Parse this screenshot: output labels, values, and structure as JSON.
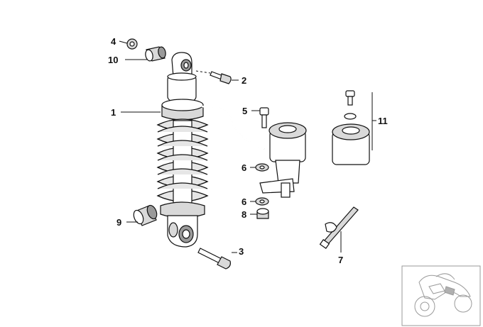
{
  "diagram": {
    "callouts": {
      "c1": "1",
      "c2": "2",
      "c3": "3",
      "c4": "4",
      "c5": "5",
      "c6a": "6",
      "c6b": "6",
      "c7": "7",
      "c8": "8",
      "c9": "9",
      "c10": "10",
      "c11": "11"
    },
    "thumbnail_icon": "motorcycle-icon"
  }
}
